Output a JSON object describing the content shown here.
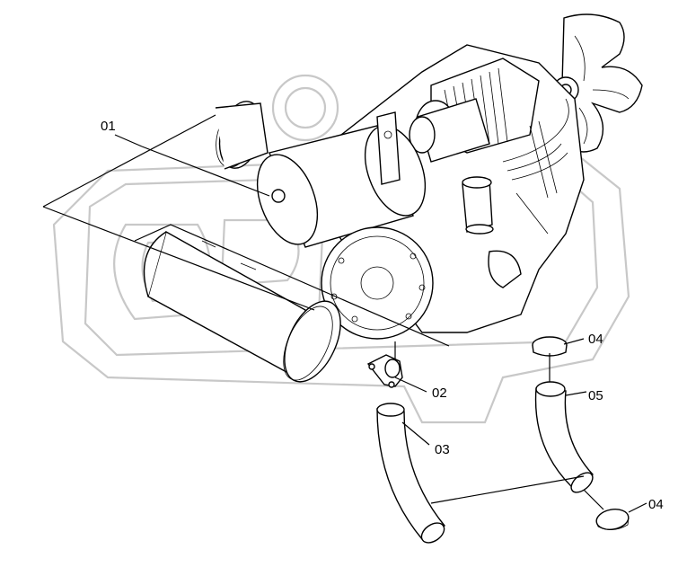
{
  "diagram": {
    "callouts": [
      {
        "id": "c01",
        "label": "01"
      },
      {
        "id": "c02",
        "label": "02"
      },
      {
        "id": "c03",
        "label": "03"
      },
      {
        "id": "c04a",
        "label": "04"
      },
      {
        "id": "c05",
        "label": "05"
      },
      {
        "id": "c04b",
        "label": "04"
      }
    ],
    "watermark": "OPEX",
    "colors": {
      "line": "#000000",
      "watermark": "#c8c8c8",
      "background": "#ffffff"
    }
  }
}
